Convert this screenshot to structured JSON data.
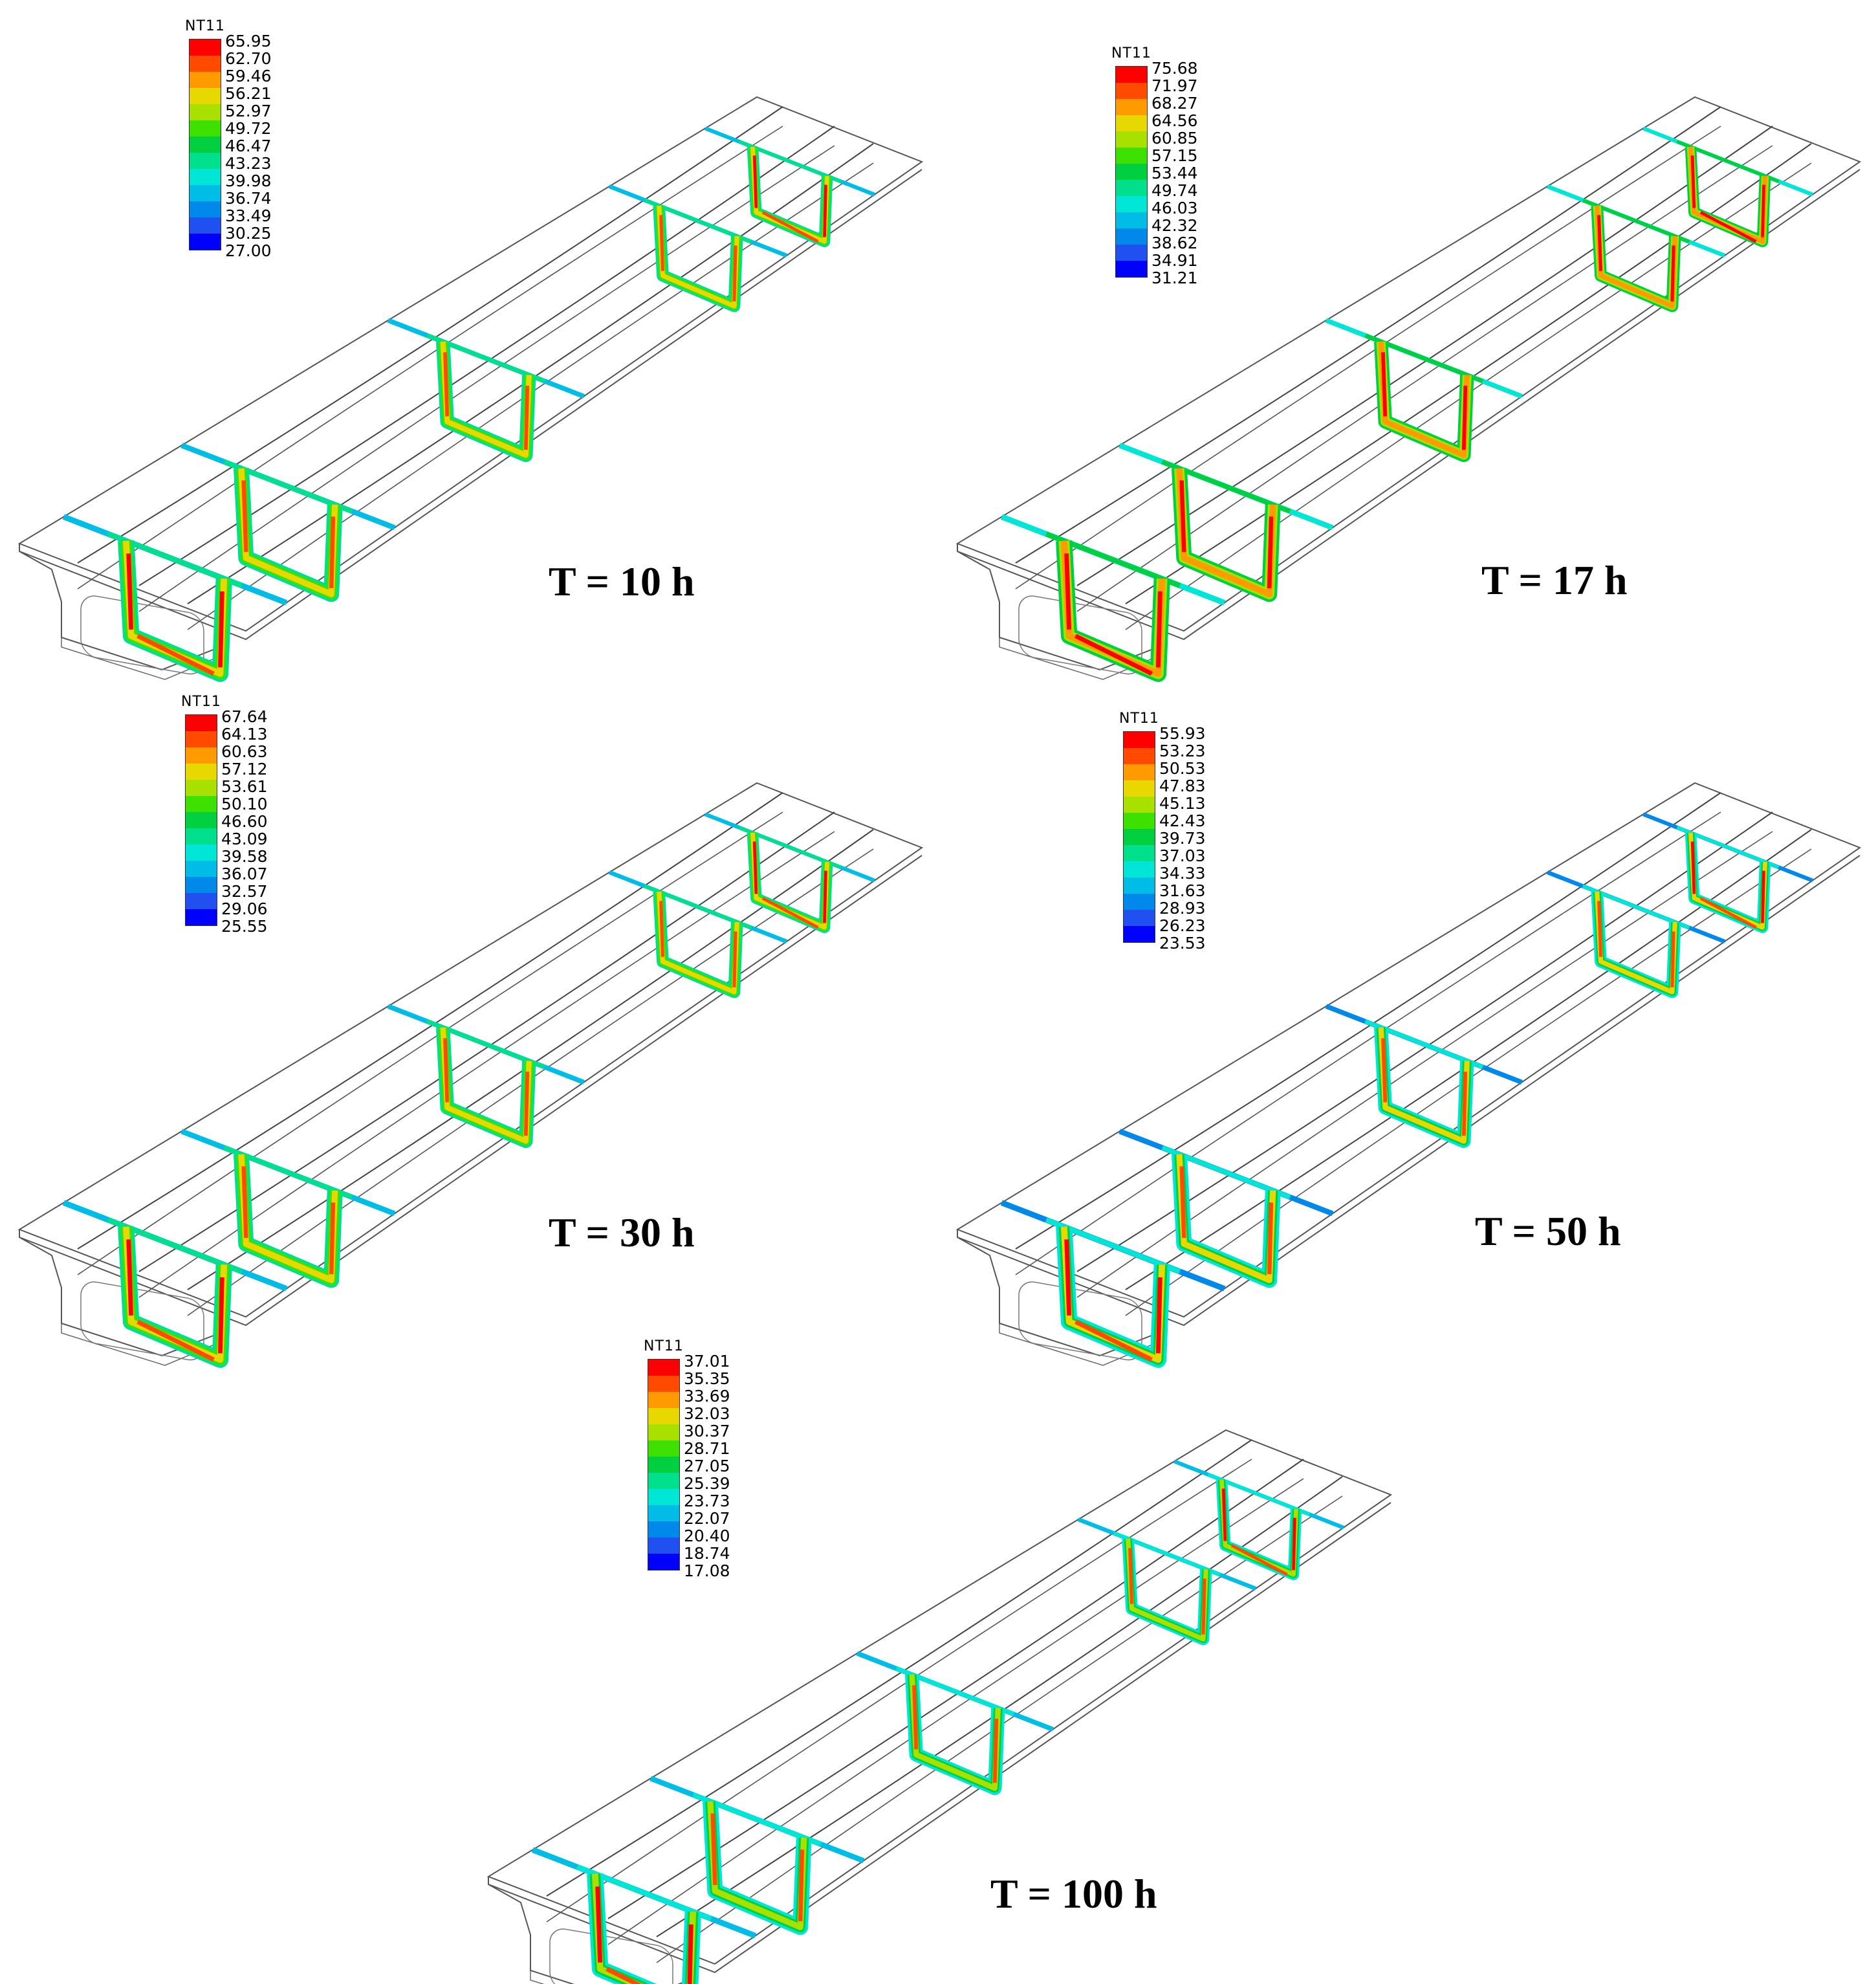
{
  "colormap": [
    "#ff0000",
    "#ff4a00",
    "#ff9a00",
    "#e6d800",
    "#a8e000",
    "#3ee000",
    "#00d040",
    "#00e08c",
    "#00e6d6",
    "#00bde8",
    "#0088ea",
    "#2050f0",
    "#0000ff"
  ],
  "panels": [
    {
      "legend_title": "NT11",
      "legend_values": [
        "65.95",
        "62.70",
        "59.46",
        "56.21",
        "52.97",
        "49.72",
        "46.47",
        "43.23",
        "39.98",
        "36.74",
        "33.49",
        "30.25",
        "27.00"
      ],
      "time_label": "T = 10 h"
    },
    {
      "legend_title": "NT11",
      "legend_values": [
        "75.68",
        "71.97",
        "68.27",
        "64.56",
        "60.85",
        "57.15",
        "53.44",
        "49.74",
        "46.03",
        "42.32",
        "38.62",
        "34.91",
        "31.21"
      ],
      "time_label": "T = 17 h"
    },
    {
      "legend_title": "NT11",
      "legend_values": [
        "67.64",
        "64.13",
        "60.63",
        "57.12",
        "53.61",
        "50.10",
        "46.60",
        "43.09",
        "39.58",
        "36.07",
        "32.57",
        "29.06",
        "25.55"
      ],
      "time_label": "T = 30 h"
    },
    {
      "legend_title": "NT11",
      "legend_values": [
        "55.93",
        "53.23",
        "50.53",
        "47.83",
        "45.13",
        "42.43",
        "39.73",
        "37.03",
        "34.33",
        "31.63",
        "28.93",
        "26.23",
        "23.53"
      ],
      "time_label": "T = 50 h"
    },
    {
      "legend_title": "NT11",
      "legend_values": [
        "37.01",
        "35.35",
        "33.69",
        "32.03",
        "30.37",
        "28.71",
        "27.05",
        "25.39",
        "23.73",
        "22.07",
        "20.40",
        "18.74",
        "17.08"
      ],
      "time_label": "T = 100 h"
    }
  ]
}
